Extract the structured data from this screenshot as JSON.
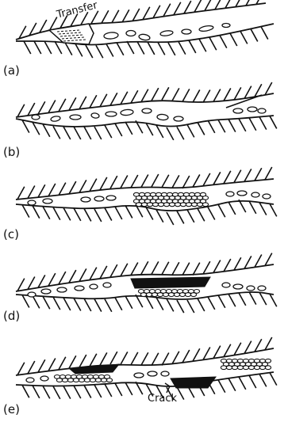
{
  "panels": [
    {
      "label": "(a)",
      "annotation": "Transfer"
    },
    {
      "label": "(b)"
    },
    {
      "label": "(c)"
    },
    {
      "label": "(d)"
    },
    {
      "label": "(e)",
      "annotation": "Crack"
    }
  ]
}
